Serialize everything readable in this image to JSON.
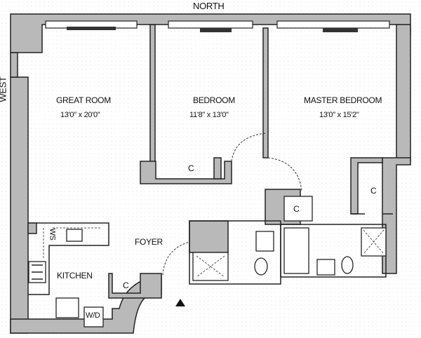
{
  "compass": {
    "north": "NORTH",
    "west": "WEST"
  },
  "rooms": {
    "great_room": {
      "name": "GREAT ROOM",
      "dims": "13'0\" x 20'0\""
    },
    "bedroom": {
      "name": "BEDROOM",
      "dims": "11'8\" x 13'0\""
    },
    "master_bedroom": {
      "name": "MASTER BEDROOM",
      "dims": "13'0\" x 15'2\""
    },
    "foyer": {
      "name": "FOYER"
    },
    "kitchen": {
      "name": "KITCHEN"
    }
  },
  "closet_label": "C",
  "fixtures": {
    "washer_sink": "WS",
    "washer_dryer": "W/D"
  }
}
